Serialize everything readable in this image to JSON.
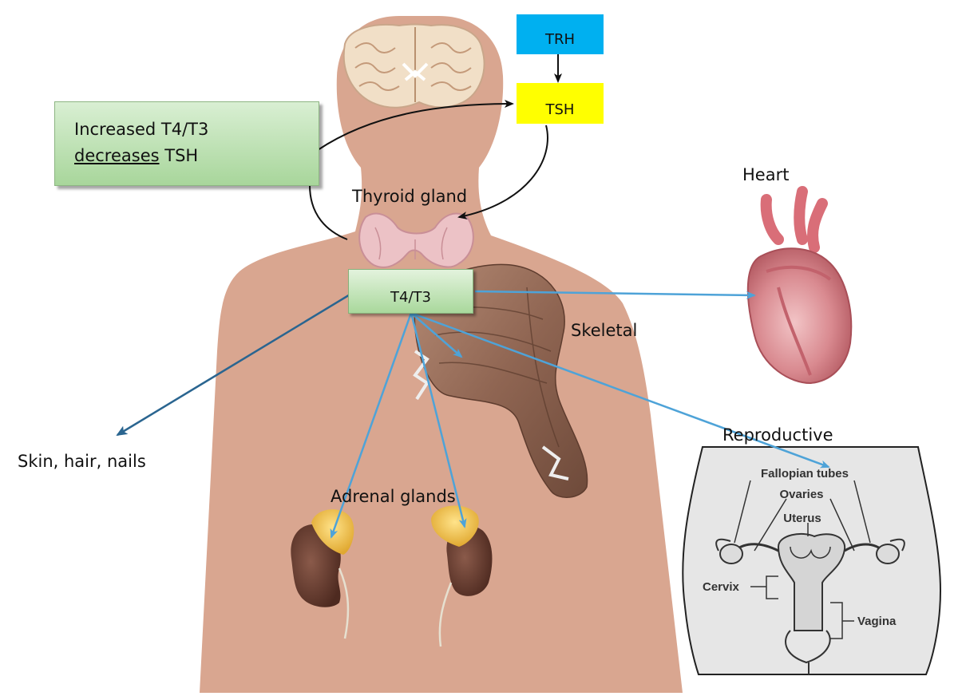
{
  "labels": {
    "feedback_line1": "Increased T4/T3",
    "feedback_word": "decreases",
    "feedback_rest": " TSH",
    "trh": "TRH",
    "tsh": "TSH",
    "t4t3": "T4/T3",
    "thyroid_gland": "Thyroid gland",
    "heart": "Heart",
    "skeletal": "Skeletal",
    "skin": "Skin, hair, nails",
    "adrenal": "Adrenal glands",
    "reproductive": "Reproductive"
  },
  "reproductive_labels": {
    "fallopian": "Fallopian tubes",
    "ovaries": "Ovaries",
    "uterus": "Uterus",
    "cervix": "Cervix",
    "vagina": "Vagina"
  },
  "colors": {
    "body": "#d9a690",
    "trh": "#00b0f0",
    "tsh": "#ffff00",
    "arrow_blue": "#4ea3d8",
    "arrow_dark_blue": "#2a6590",
    "arrow_black": "#111111"
  }
}
